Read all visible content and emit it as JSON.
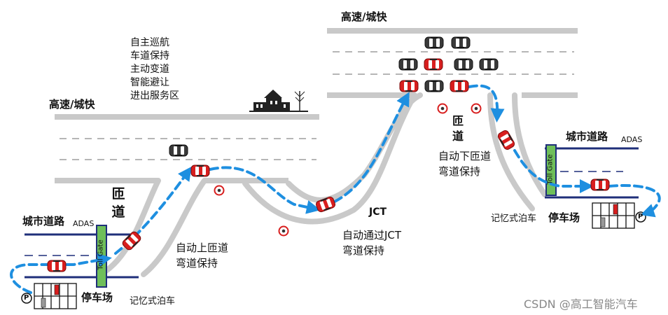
{
  "labels": {
    "highway_top_right": "高速/城快",
    "highway_left": "高速/城快",
    "features": [
      "自主巡航",
      "车道保持",
      "主动变道",
      "智能避让",
      "进出服务区"
    ],
    "ramp_left_vertical": "匝道",
    "ramp_right_vertical": "匝道",
    "city_road_left": "城市道路",
    "city_road_right": "城市道路",
    "adas_left": "ADAS",
    "adas_right": "ADAS",
    "toll_gate": "Toll Gate",
    "parking_left": "停车场",
    "parking_right": "停车场",
    "memory_parking_left": "记忆式泊车",
    "memory_parking_right": "记忆式泊车",
    "on_ramp_line1": "自动上匝道",
    "on_ramp_line2": "弯道保持",
    "jct_title": "JCT",
    "jct_line1": "自动通过JCT",
    "jct_line2": "弯道保持",
    "off_ramp_line1": "自动下匝道",
    "off_ramp_line2": "弯道保持",
    "parking_sign": "P",
    "watermark": "CSDN @高工智能汽车"
  },
  "colors": {
    "road": "#c9c9c9",
    "lane_dash": "#8a8a8a",
    "route": "#1e8fe0",
    "ego_car": "#d81e1e",
    "other_car": "#3a3a3a",
    "toll_gate": "#6fbf5a",
    "city_lane": "#1f2f7a"
  }
}
